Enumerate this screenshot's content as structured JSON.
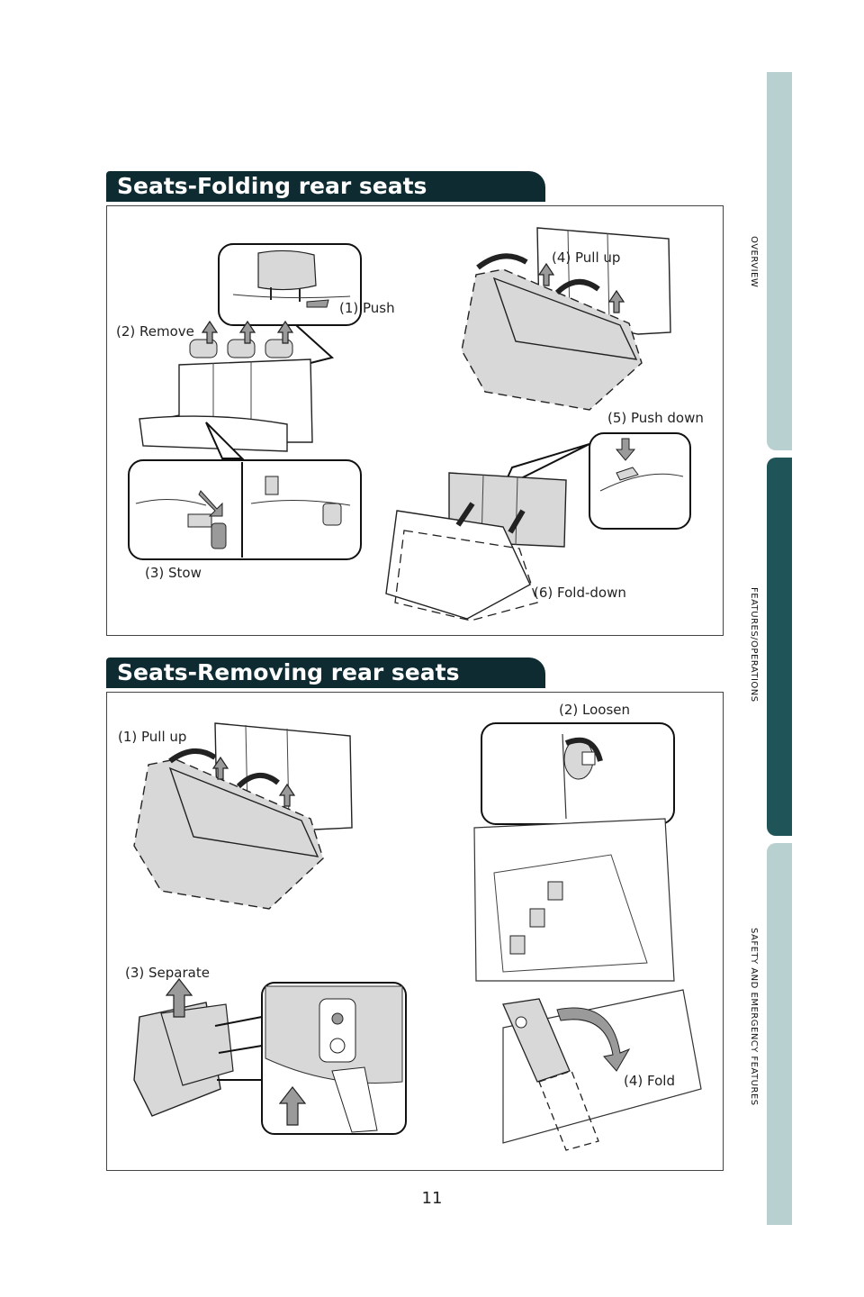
{
  "sidebar": {
    "overview": "OVERVIEW",
    "features": "FEATURES/OPERATIONS",
    "safety": "SAFETY AND EMERGENCY FEATURES",
    "colors": {
      "light": "#b8d0cf",
      "active": "#1f5459"
    }
  },
  "folding": {
    "title": "Seats-Folding rear seats",
    "labels": {
      "push": "(1) Push",
      "remove": "(2) Remove",
      "stow": "(3) Stow",
      "pull_up": "(4) Pull up",
      "push_down": "(5) Push down",
      "fold_down": "(6) Fold-down"
    }
  },
  "removing": {
    "title": "Seats-Removing rear seats",
    "labels": {
      "pull_up": "(1) Pull up",
      "loosen": "(2) Loosen",
      "separate": "(3) Separate",
      "fold": "(4) Fold"
    }
  },
  "page_number": "11",
  "colors": {
    "header_bg": "#0f2b32",
    "seat_fill": "#d8d8d8",
    "arrow_fill": "#9a9a9a"
  }
}
